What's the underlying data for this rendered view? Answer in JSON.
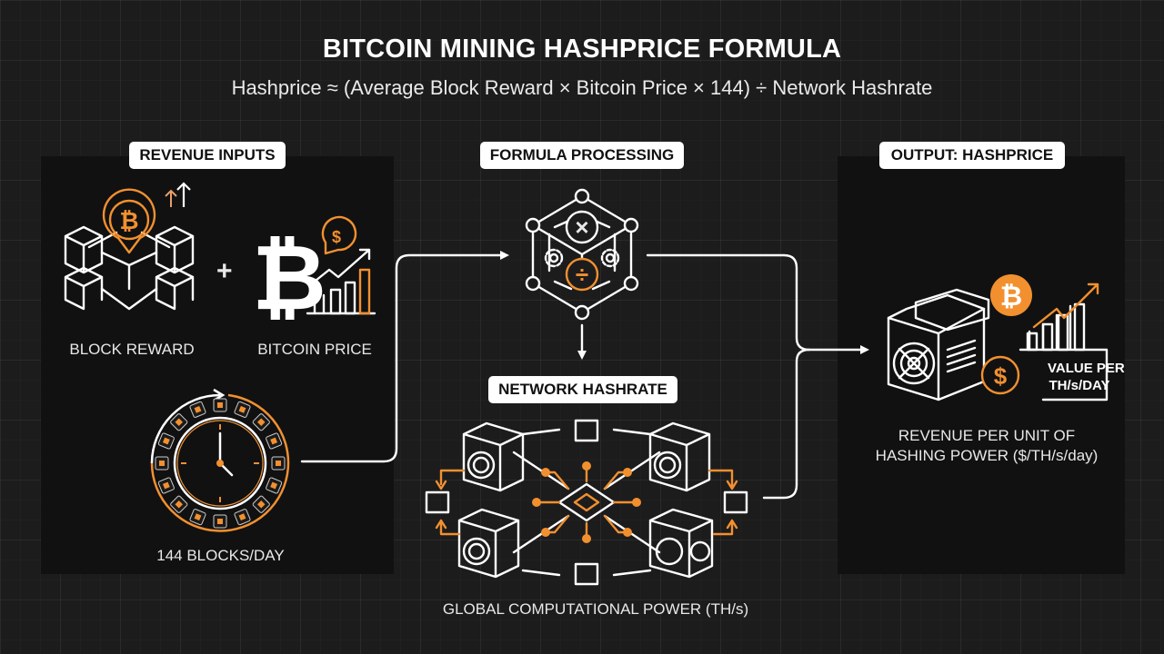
{
  "header": {
    "title": "BITCOIN MINING HASHPRICE FORMULA",
    "formula": "Hashprice ≈ (Average Block Reward × Bitcoin Price × 144) ÷ Network Hashrate"
  },
  "colors": {
    "background": "#1c1c1d",
    "panel": "#111112",
    "accent": "#f2902f",
    "line": "#ffffff"
  },
  "inputs": {
    "tag": "REVENUE INPUTS",
    "block_reward": {
      "label": "BLOCK REWARD",
      "icon": "blockchain-bitcoin-pin-icon"
    },
    "operator": "+",
    "bitcoin_price": {
      "label": "BITCOIN PRICE",
      "icon": "bitcoin-price-chart-icon",
      "currency_symbol": "$",
      "btc_symbol": "₿"
    },
    "blocks_per_day": {
      "label": "144 BLOCKS/DAY",
      "icon": "clock-block-ring-icon"
    }
  },
  "processing": {
    "tag": "FORMULA PROCESSING",
    "multiply_symbol": "×",
    "divide_symbol": "÷",
    "icon": "hexagon-formula-icon"
  },
  "hashrate": {
    "tag": "NETWORK HASHRATE",
    "label": "GLOBAL COMPUTATIONAL POWER (TH/s)",
    "icon": "miner-network-icon"
  },
  "output": {
    "tag": "OUTPUT: HASHPRICE",
    "badge_line1": "VALUE PER",
    "badge_line2": "TH/s/DAY",
    "label_line1": "REVENUE PER UNIT OF",
    "label_line2": "HASHING POWER ($/TH/s/day)",
    "btc_symbol": "₿",
    "currency_symbol": "$",
    "icon": "asic-miner-revenue-icon"
  }
}
